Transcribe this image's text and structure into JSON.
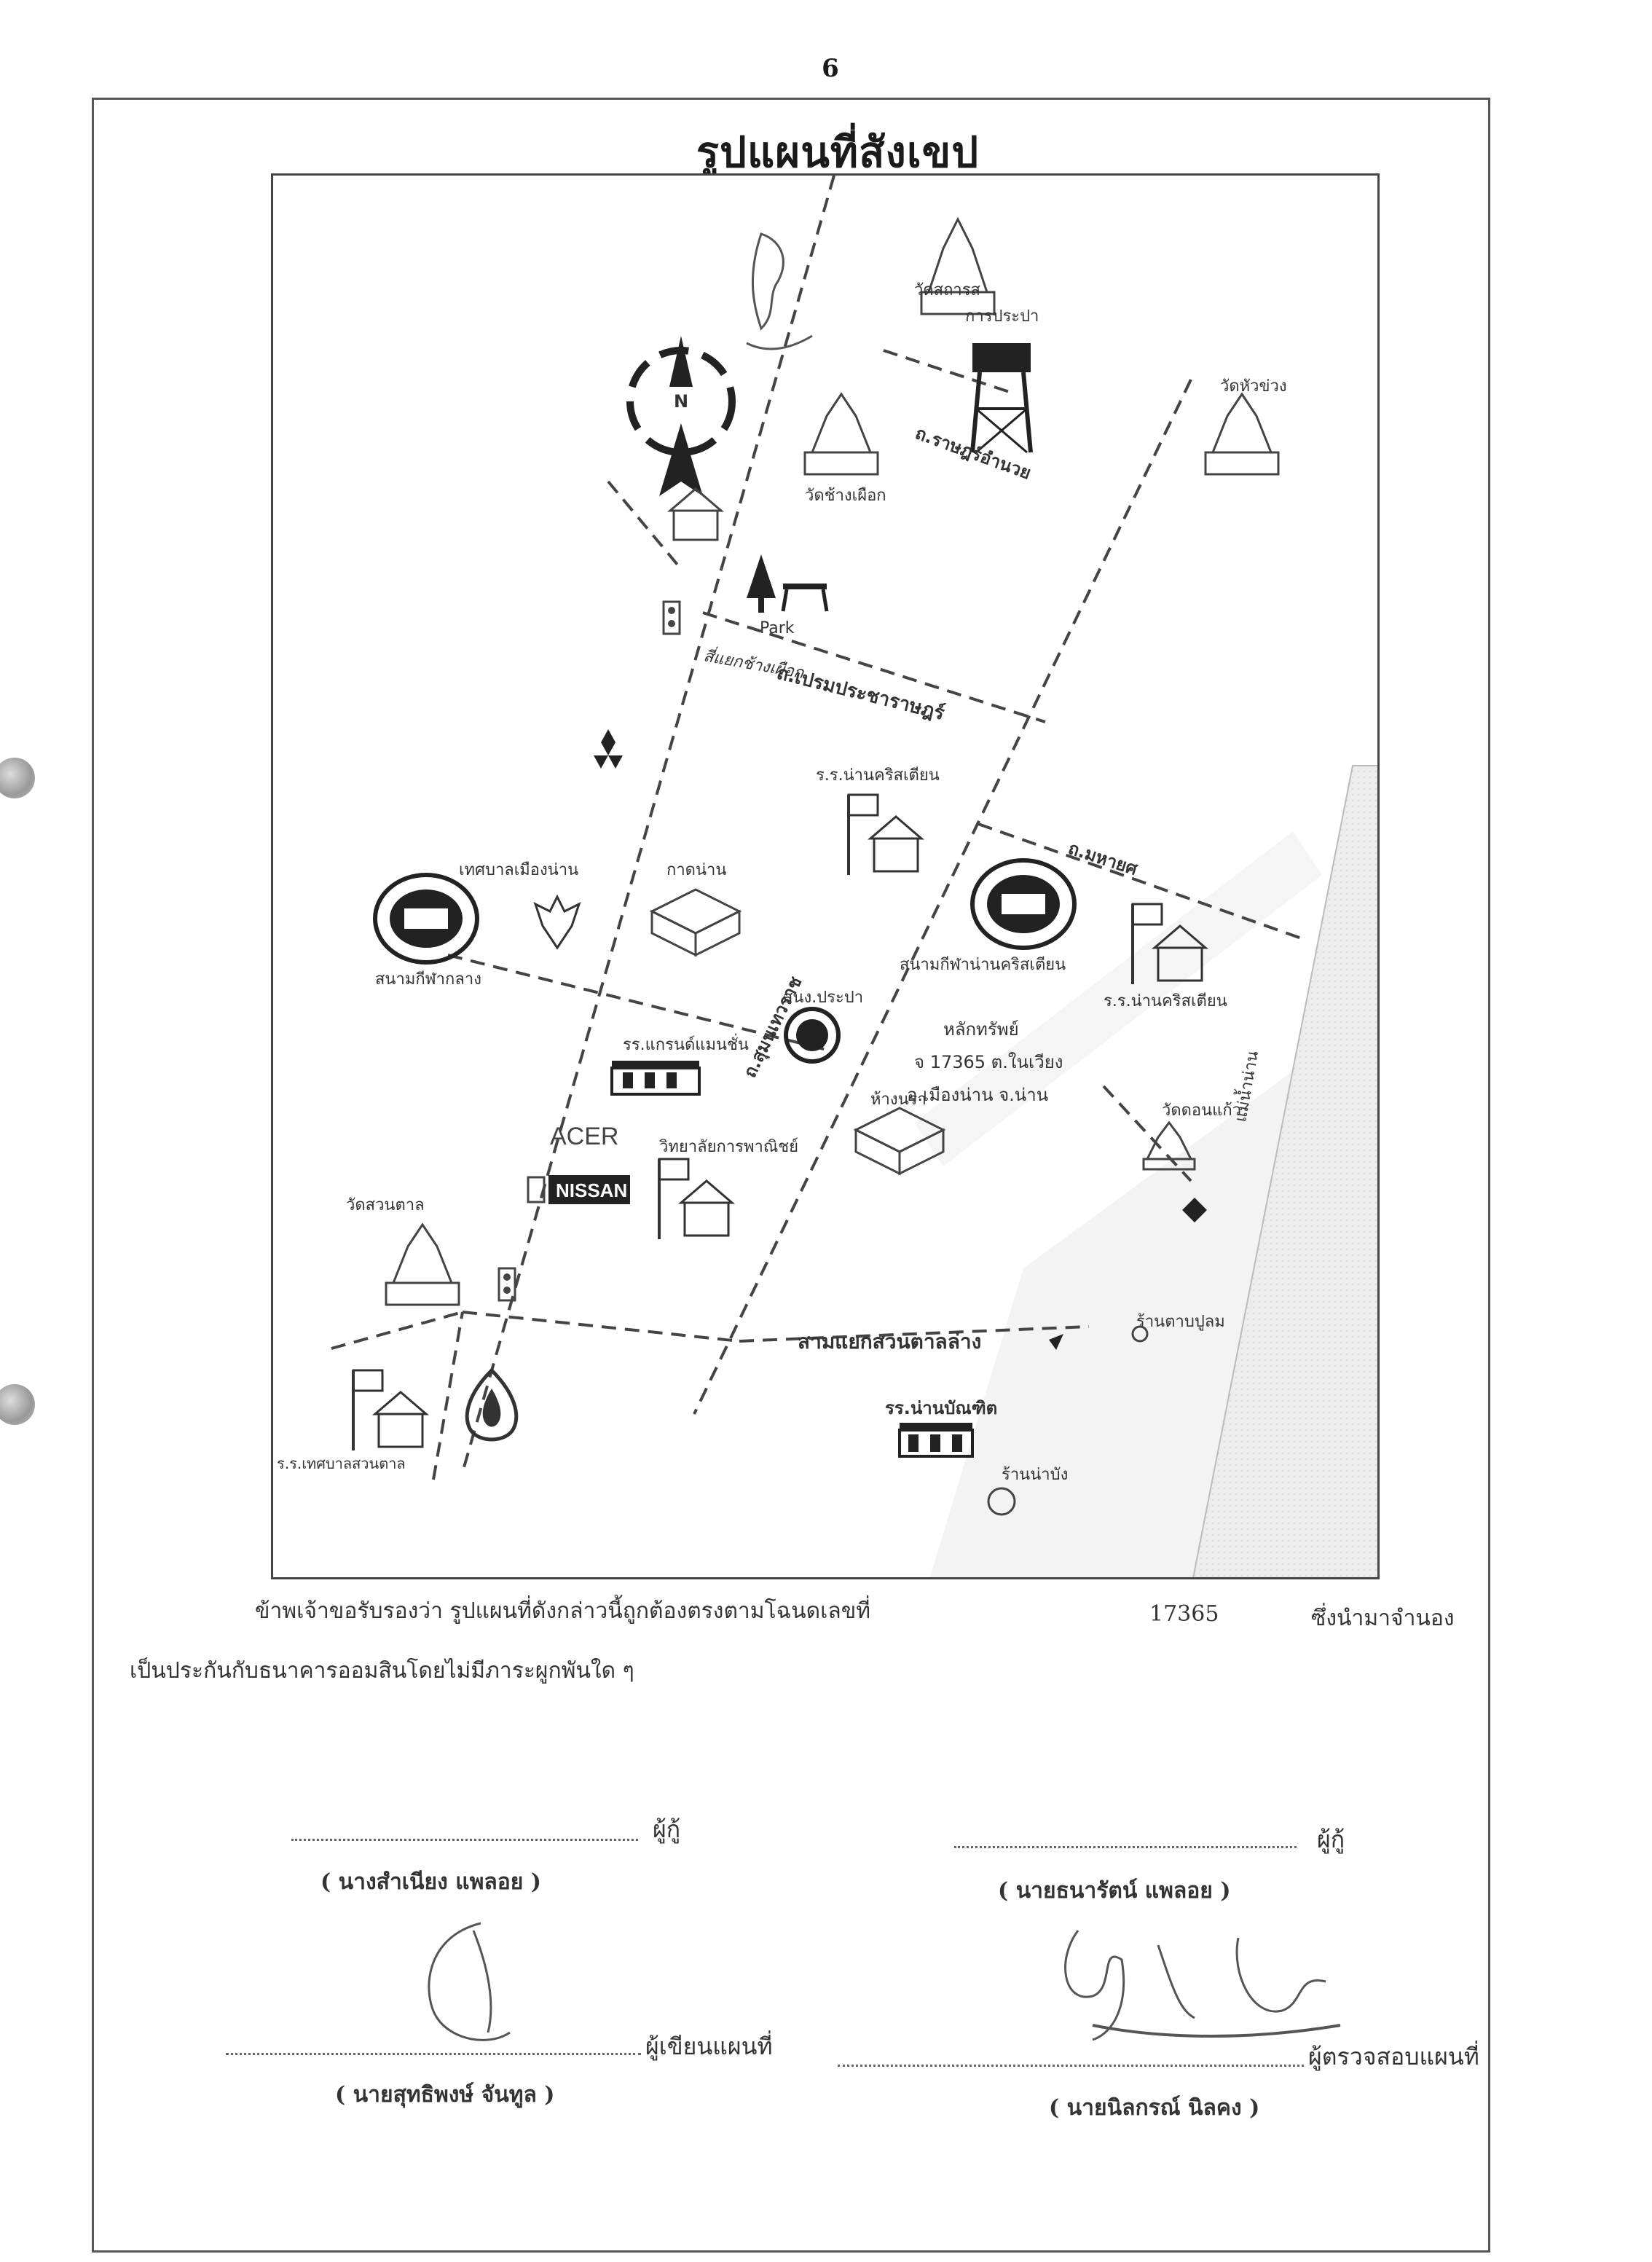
{
  "page_number": "6",
  "title": "รูปแผนที่สังเขป",
  "map": {
    "roads": {
      "rajfamnuai": "ถ.ราษฎร์อำนวย",
      "premprachara": "ถ.เปรมประชาราษฎร์",
      "sumonthewarat": "ถ.สุมนเทวราช",
      "mahayot": "ถ.มหายศ",
      "nan_river": "แม่น้ำน่าน"
    },
    "landmarks": {
      "wat_top": "วัดสถารส",
      "water_supply": "การประปา",
      "wat_hua_khuang": "วัดหัวข่วง",
      "wat_chang_kham": "วัดช้างเผือก",
      "park": "Park",
      "intersection": "สี่แยกช้างเผือก",
      "rr_nan_christian_top": "ร.ร.น่านคริสเตียน",
      "municipality": "เทศบาลเมืองน่าน",
      "gymnasium": "กาดน่าน",
      "stadium_left": "สนามกีฬากลาง",
      "stadium_right": "สนามกีฬาน่านคริสเตียน",
      "rr_nan_christian_right": "ร.ร.น่านคริสเตียน",
      "water_office": "สนง.ประปา",
      "collateral_line1": "หลักทรัพย์",
      "collateral_line2": "จ 17365 ต.ในเวียง",
      "collateral_line3": "อ.เมืองน่าน จ.น่าน",
      "grand_mansion": "รร.แกรนด์แมนชั่น",
      "acer": "ACER",
      "nissan": "NISSAN",
      "commerce_college": "วิทยาลัยการพาณิชย์",
      "shop": "ห้างนรา",
      "wat_suan_tan": "วัดสวนตาล",
      "wat_right": "วัดดอนแก้ว",
      "restaurant": "ร้านตาบปูลม",
      "junction": "สามแยกสวนตาลล่าง",
      "rr_nan_bandit": "รร.น่านบัณฑิต",
      "nam_pung": "ร้านน่าบัง",
      "rr_municipal_suan_tan": "ร.ร.เทศบาลสวนตาล"
    }
  },
  "certification": {
    "line1_text": "ข้าพเจ้าขอรับรองว่า รูปแผนที่ดังกล่าวนี้ถูกต้องตรงตามโฉนดเลขที่",
    "deed_number": "17365",
    "line1_tail": "ซึ่งนำมาจำนอง",
    "line2_text": "เป็นประกันกับธนาคารออมสินโดยไม่มีภาระผูกพันใด ๆ"
  },
  "signatures": {
    "borrower_label": "ผู้กู้",
    "borrower1_name": "( นางสำเนียง แพลอย )",
    "borrower2_name": "( นายธนารัตน์ แพลอย )",
    "drawer_label": "ผู้เขียนแผนที่",
    "drawer_name": "( นายสุทธิพงษ์ จันทูล )",
    "checker_label": "ผู้ตรวจสอบแผนที่",
    "checker_name": "( นายนิลกรณ์ นิลคง )"
  }
}
